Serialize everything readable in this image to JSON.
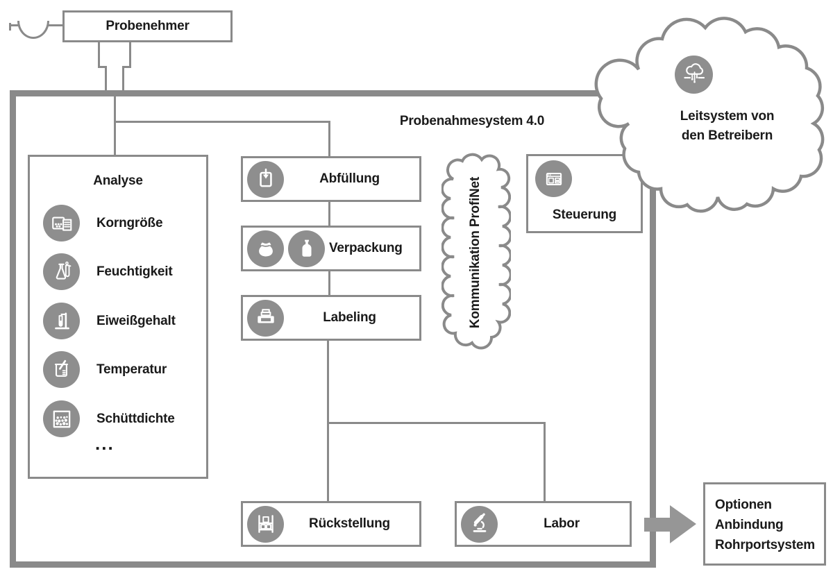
{
  "colors": {
    "line": "#8a8a8a",
    "circle": "#8e8e8e",
    "text": "#1a1a1a",
    "arrow": "#969696",
    "background": "#ffffff"
  },
  "probenehmer": {
    "label": "Probenehmer",
    "icon": "scoop-icon"
  },
  "system": {
    "title": "Probenahmesystem 4.0"
  },
  "analyse": {
    "title": "Analyse",
    "items": [
      {
        "icon": "particle-size-icon",
        "label": "Korngröße"
      },
      {
        "icon": "flask-tube-icon",
        "label": "Feuchtigkeit"
      },
      {
        "icon": "test-tube-stand-icon",
        "label": "Eiweißgehalt"
      },
      {
        "icon": "beaker-thermometer-icon",
        "label": "Temperatur"
      },
      {
        "icon": "granules-icon",
        "label": "Schüttdichte"
      }
    ],
    "more": "..."
  },
  "process": {
    "abfuellung": {
      "label": "Abfüllung",
      "icon": "filling-arrow-icon"
    },
    "verpackung": {
      "label": "Verpackung",
      "icons": [
        "sack-icon",
        "bottle-icon"
      ]
    },
    "labeling": {
      "label": "Labeling",
      "icon": "label-printer-icon"
    },
    "rueckstellung": {
      "label": "Rückstellung",
      "icon": "storage-rack-icon"
    },
    "labor": {
      "label": "Labor",
      "icon": "microscope-icon"
    }
  },
  "kommunikation": {
    "label": "Kommunikation ProfiNet"
  },
  "steuerung": {
    "label": "Steuerung",
    "icon": "control-screen-icon"
  },
  "leitsystem": {
    "line1": "Leitsystem von",
    "line2": "den Betreibern",
    "icon": "cloud-network-icon"
  },
  "optionen": {
    "line1": "Optionen",
    "line2": "Anbindung",
    "line3": "Rohrportsystem"
  }
}
